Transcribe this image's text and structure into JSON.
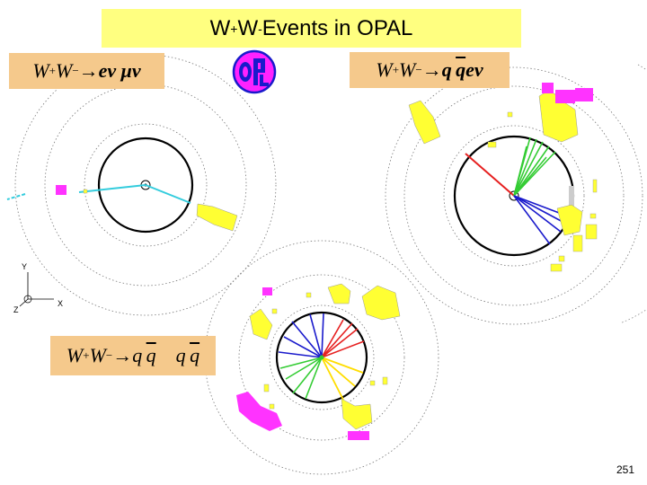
{
  "title": {
    "prefix": "W",
    "sup1": "+",
    "mid": "W",
    "sup2": "-",
    "suffix": " Events in OPAL"
  },
  "event_labels": {
    "ev_muv": {
      "w1": "W",
      "s1": "+",
      "w2": "W",
      "s2": "−",
      "arrow": " → ",
      "decay": "eν μν"
    },
    "qq_ev": {
      "w1": "W",
      "s1": "+",
      "w2": "W",
      "s2": "−",
      "arrow": " → ",
      "q1": "q",
      "q2": "q",
      "tail": " eν"
    },
    "qq_qq": {
      "w1": "W",
      "s1": "+",
      "w2": "W",
      "s2": "−",
      "arrow": " → ",
      "q1": "q",
      "q2": "q",
      "q3": "q",
      "q4": "q"
    }
  },
  "axes": {
    "y": "Y",
    "x": "X",
    "z": "Z"
  },
  "page_number": "251",
  "colors": {
    "label_bg": "#f5c98c",
    "title_bg": "#ffff80",
    "calorimeter_yellow": "#ffff33",
    "muon_magenta": "#ff33ff",
    "track_green": "#33cc33",
    "track_blue": "#1a1acc",
    "track_red": "#e62020",
    "track_cyan": "#33ccdd"
  },
  "logo_icon": "opal-logo-icon"
}
